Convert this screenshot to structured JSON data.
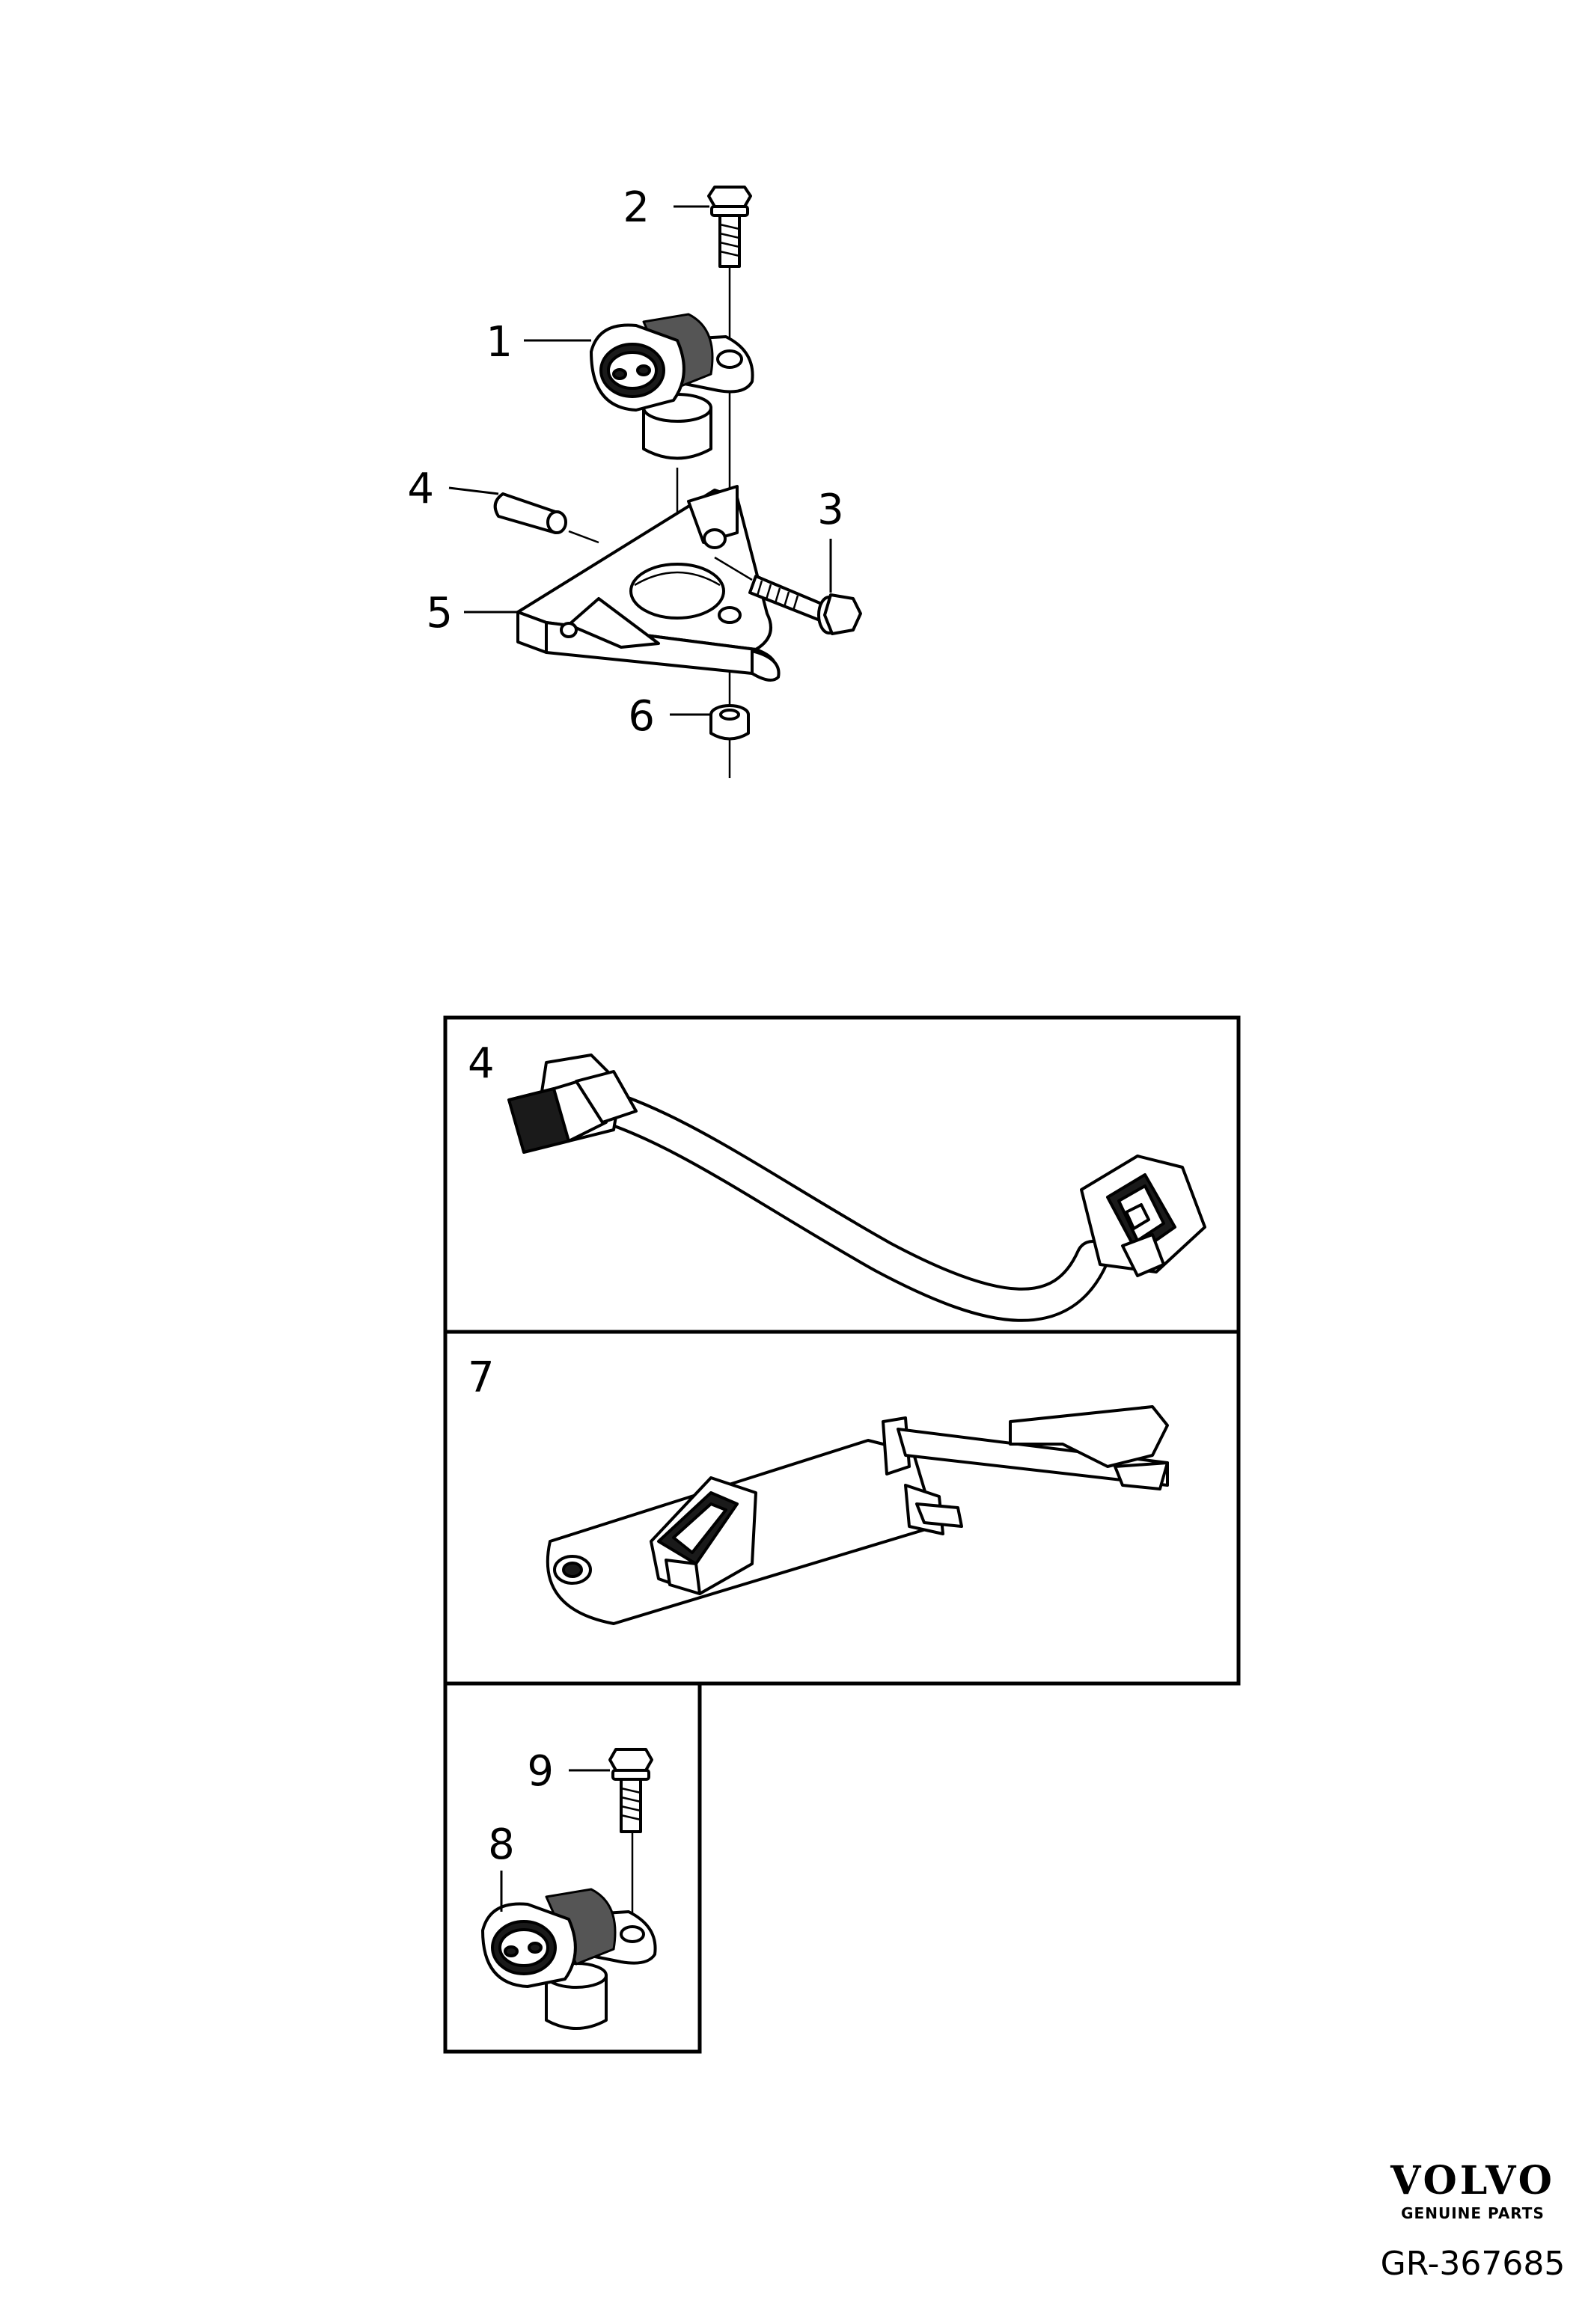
{
  "callouts": {
    "c1": "1",
    "c2": "2",
    "c3": "3",
    "c4": "4",
    "c5": "5",
    "c6": "6",
    "panel_harness": "4",
    "panel_bracket": "7",
    "c8": "8",
    "c9": "9"
  },
  "branding": {
    "brand": "VOLVO",
    "tagline": "GENUINE PARTS",
    "diagram_ref": "GR-367685"
  }
}
